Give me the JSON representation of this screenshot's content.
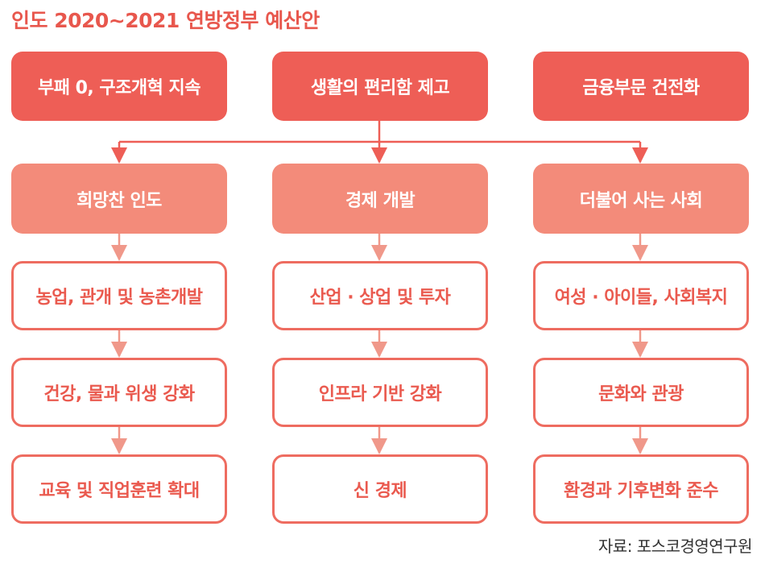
{
  "title": "인도 2020~2021 연방정부 예산안",
  "colors": {
    "accent": "#ee5e56",
    "mid": "#f38b7a",
    "outline": "#ee6c60",
    "text_outline": "#ea5a4f"
  },
  "top_row": [
    {
      "label": "부패 0, 구조개혁 지속"
    },
    {
      "label": "생활의 편리함 제고"
    },
    {
      "label": "금융부문 건전화"
    }
  ],
  "columns": [
    {
      "header": "희망찬 인도",
      "items": [
        "농업, 관개 및 농촌개발",
        "건강, 물과 위생 강화",
        "교육 및 직업훈련 확대"
      ]
    },
    {
      "header": "경제 개발",
      "items": [
        "산업 · 상업 및 투자",
        "인프라 기반 강화",
        "신 경제"
      ]
    },
    {
      "header": "더불어 사는 사회",
      "items": [
        "여성 · 아이들, 사회복지",
        "문화와 관광",
        "환경과 기후변화 준수"
      ]
    }
  ],
  "source": "자료: 포스코경영연구원"
}
